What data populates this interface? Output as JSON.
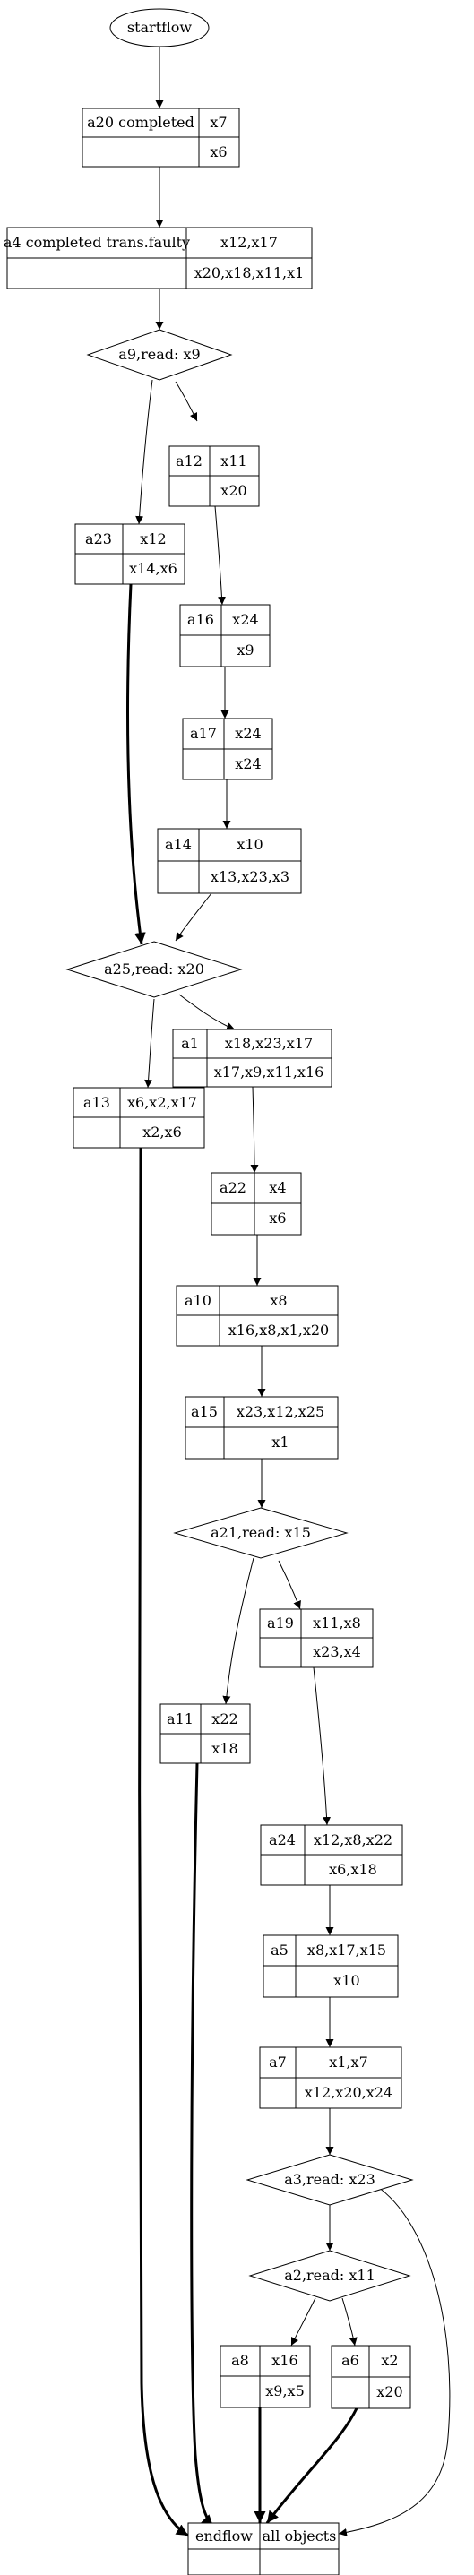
{
  "nodes": {
    "startflow": {
      "label": "startflow"
    },
    "a20": {
      "name": "a20 completed",
      "top": "x7",
      "bottom": "x6"
    },
    "a4": {
      "name": "a4 completed trans.faulty",
      "top": "x12,x17",
      "bottom": "x20,x18,x11,x1"
    },
    "a9": {
      "label": "a9,read: x9"
    },
    "a12": {
      "name": "a12",
      "top": "x11",
      "bottom": "x20"
    },
    "a23": {
      "name": "a23",
      "top": "x12",
      "bottom": "x14,x6"
    },
    "a16": {
      "name": "a16",
      "top": "x24",
      "bottom": "x9"
    },
    "a17": {
      "name": "a17",
      "top": "x24",
      "bottom": "x24"
    },
    "a14": {
      "name": "a14",
      "top": "x10",
      "bottom": "x13,x23,x3"
    },
    "a25": {
      "label": "a25,read: x20"
    },
    "a1": {
      "name": "a1",
      "top": "x18,x23,x17",
      "bottom": "x17,x9,x11,x16"
    },
    "a13": {
      "name": "a13",
      "top": "x6,x2,x17",
      "bottom": "x2,x6"
    },
    "a22": {
      "name": "a22",
      "top": "x4",
      "bottom": "x6"
    },
    "a10": {
      "name": "a10",
      "top": "x8",
      "bottom": "x16,x8,x1,x20"
    },
    "a15": {
      "name": "a15",
      "top": "x23,x12,x25",
      "bottom": "x1"
    },
    "a21": {
      "label": "a21,read: x15"
    },
    "a19": {
      "name": "a19",
      "top": "x11,x8",
      "bottom": "x23,x4"
    },
    "a11": {
      "name": "a11",
      "top": "x22",
      "bottom": "x18"
    },
    "a24": {
      "name": "a24",
      "top": "x12,x8,x22",
      "bottom": "x6,x18"
    },
    "a5": {
      "name": "a5",
      "top": "x8,x17,x15",
      "bottom": "x10"
    },
    "a7": {
      "name": "a7",
      "top": "x1,x7",
      "bottom": "x12,x20,x24"
    },
    "a3": {
      "label": "a3,read: x23"
    },
    "a2": {
      "label": "a2,read: x11"
    },
    "a8": {
      "name": "a8",
      "top": "x16",
      "bottom": "x9,x5"
    },
    "a6": {
      "name": "a6",
      "top": "x2",
      "bottom": "x20"
    },
    "endflow": {
      "left": "endflow",
      "right": "all objects"
    }
  }
}
